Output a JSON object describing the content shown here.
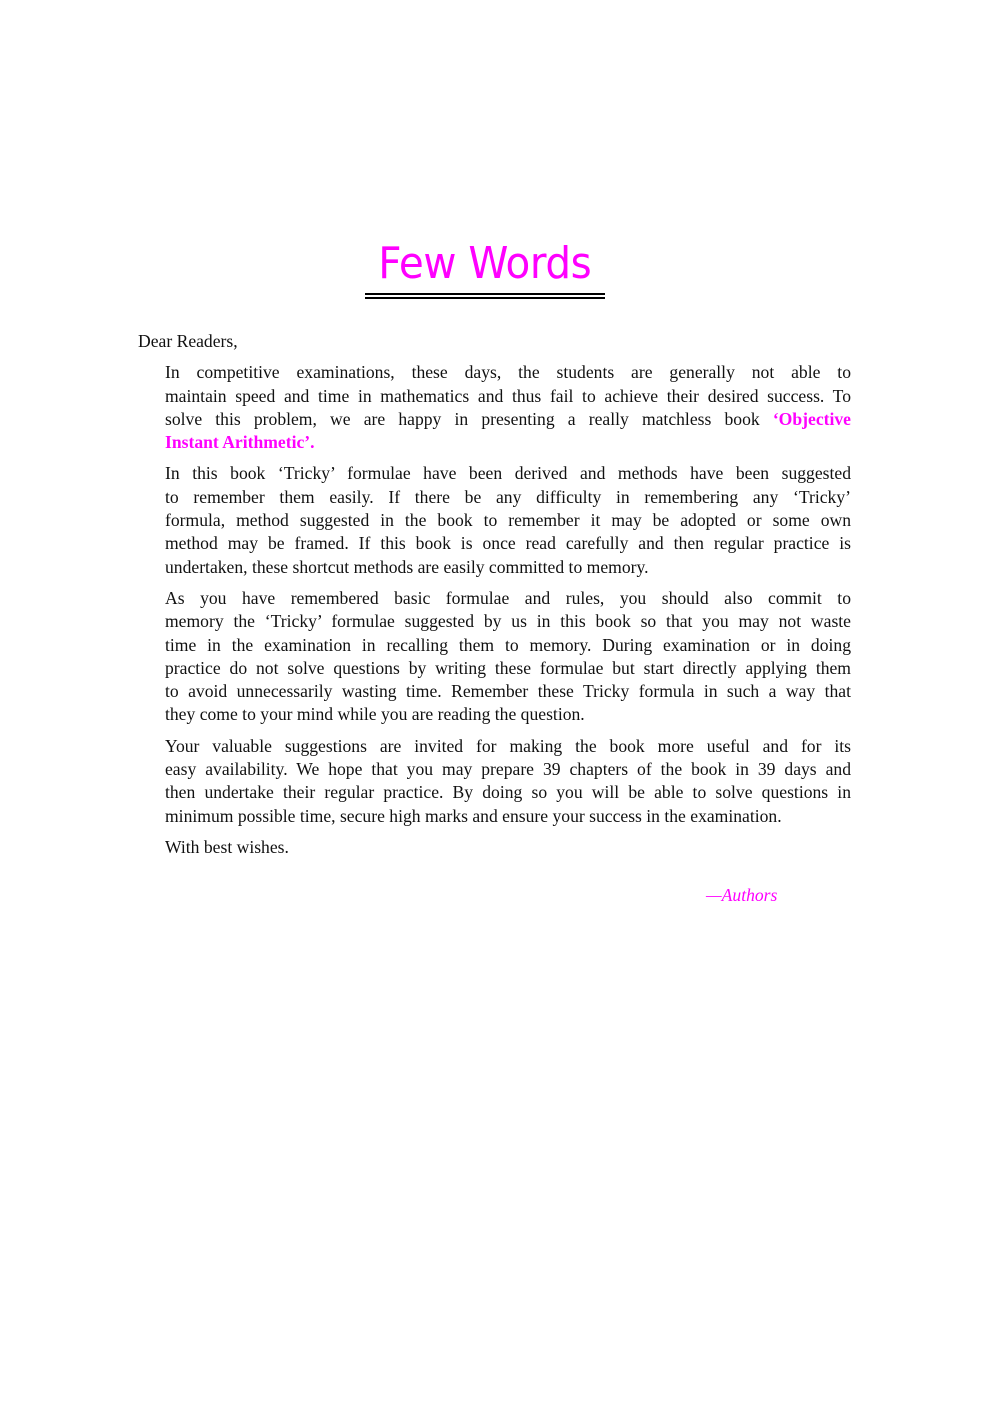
{
  "page": {
    "title": "Few Words",
    "salutation": "Dear Readers,",
    "paragraphs": [
      {
        "lines": [
          "In competitive examinations, these days, the students are generally not able to",
          "maintain speed and time in mathematics and thus fail to achieve their desired success. To",
          "solve this problem,  we are happy in presenting  a really matchless book"
        ],
        "highlight_line3": "‘Objective",
        "highlight_line4": "Instant Arithmetic’."
      },
      {
        "lines": [
          "In this book ‘Tricky’ formulae have been derived and methods have been suggested",
          "to remember them easily. If there be any difficulty in remembering any ‘Tricky’",
          "formula, method suggested in the book to remember it may be adopted or some own",
          "method may be framed. If this book is once read carefully and then regular practice is",
          "undertaken, these shortcut methods are easily committed to memory."
        ]
      },
      {
        "lines": [
          "As you have remembered basic formulae and rules, you should also commit to",
          "memory the ‘Tricky’ formulae suggested  by us in this book so that you may not waste",
          "time in the examination in recalling them to memory. During examination or in doing",
          "practice do not solve questions by writing these formulae but start directly applying them",
          "to avoid unnecessarily wasting time. Remember these Tricky formula in such a way that",
          "they come to your mind while you are reading the question."
        ]
      },
      {
        "lines": [
          "Your valuable suggestions are invited for making the book more useful and for its",
          "easy availability. We hope that you may prepare 39 chapters of the book in 39 days and",
          "then undertake their regular practice. By doing so you will be able to solve questions in",
          "minimum possible time, secure high marks and ensure your success in the examination."
        ]
      }
    ],
    "closing": "With best wishes.",
    "signature": "—Authors",
    "accent_color": "#ff00ff"
  }
}
